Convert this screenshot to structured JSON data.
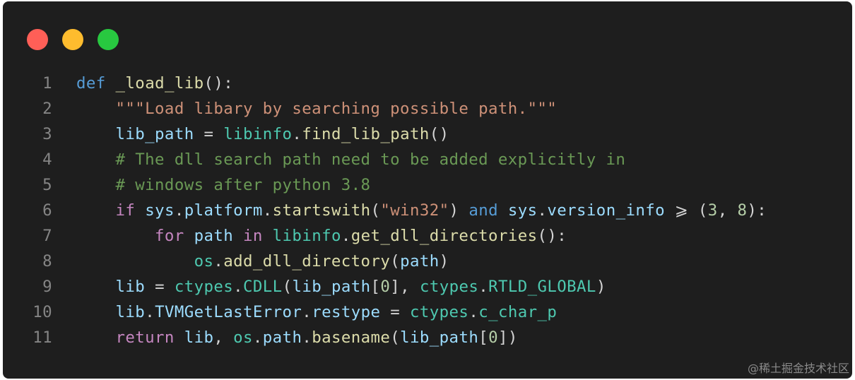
{
  "window": {
    "dots": [
      {
        "name": "close",
        "color": "#ff5f57"
      },
      {
        "name": "minimize",
        "color": "#febc2e"
      },
      {
        "name": "zoom",
        "color": "#28c840"
      }
    ]
  },
  "colors": {
    "keyword_def": "#569cd6",
    "keyword_flow": "#c586c0",
    "function": "#dcdcaa",
    "variable": "#9cdcfe",
    "module": "#4ec9b0",
    "string": "#ce9178",
    "comment": "#6a9955",
    "number": "#b5cea8",
    "plain": "#d4d4d4"
  },
  "code": {
    "lines": [
      {
        "n": "1",
        "tokens": [
          [
            "def",
            "keyword_def"
          ],
          [
            " ",
            "plain"
          ],
          [
            "_load_lib",
            "function"
          ],
          [
            "():",
            "plain"
          ]
        ]
      },
      {
        "n": "2",
        "tokens": [
          [
            "    ",
            "plain"
          ],
          [
            "\"\"\"Load libary by searching possible path.\"\"\"",
            "string"
          ]
        ]
      },
      {
        "n": "3",
        "tokens": [
          [
            "    ",
            "plain"
          ],
          [
            "lib_path",
            "variable"
          ],
          [
            " = ",
            "plain"
          ],
          [
            "libinfo",
            "module"
          ],
          [
            ".",
            "plain"
          ],
          [
            "find_lib_path",
            "function"
          ],
          [
            "()",
            "plain"
          ]
        ]
      },
      {
        "n": "4",
        "tokens": [
          [
            "    ",
            "plain"
          ],
          [
            "# The dll search path need to be added explicitly in",
            "comment"
          ]
        ]
      },
      {
        "n": "5",
        "tokens": [
          [
            "    ",
            "plain"
          ],
          [
            "# windows after python 3.8",
            "comment"
          ]
        ]
      },
      {
        "n": "6",
        "tokens": [
          [
            "    ",
            "plain"
          ],
          [
            "if",
            "keyword_flow"
          ],
          [
            " ",
            "plain"
          ],
          [
            "sys",
            "variable"
          ],
          [
            ".",
            "plain"
          ],
          [
            "platform",
            "variable"
          ],
          [
            ".",
            "plain"
          ],
          [
            "startswith",
            "function"
          ],
          [
            "(",
            "plain"
          ],
          [
            "\"win32\"",
            "string"
          ],
          [
            ") ",
            "plain"
          ],
          [
            "and",
            "keyword_def"
          ],
          [
            " ",
            "plain"
          ],
          [
            "sys",
            "variable"
          ],
          [
            ".",
            "plain"
          ],
          [
            "version_info",
            "variable"
          ],
          [
            " ⩾ (",
            "plain"
          ],
          [
            "3",
            "number"
          ],
          [
            ", ",
            "plain"
          ],
          [
            "8",
            "number"
          ],
          [
            "):",
            "plain"
          ]
        ]
      },
      {
        "n": "7",
        "tokens": [
          [
            "        ",
            "plain"
          ],
          [
            "for",
            "keyword_flow"
          ],
          [
            " ",
            "plain"
          ],
          [
            "path",
            "variable"
          ],
          [
            " ",
            "plain"
          ],
          [
            "in",
            "keyword_flow"
          ],
          [
            " ",
            "plain"
          ],
          [
            "libinfo",
            "module"
          ],
          [
            ".",
            "plain"
          ],
          [
            "get_dll_directories",
            "function"
          ],
          [
            "():",
            "plain"
          ]
        ]
      },
      {
        "n": "8",
        "tokens": [
          [
            "            ",
            "plain"
          ],
          [
            "os",
            "module"
          ],
          [
            ".",
            "plain"
          ],
          [
            "add_dll_directory",
            "function"
          ],
          [
            "(",
            "plain"
          ],
          [
            "path",
            "variable"
          ],
          [
            ")",
            "plain"
          ]
        ]
      },
      {
        "n": "9",
        "tokens": [
          [
            "    ",
            "plain"
          ],
          [
            "lib",
            "variable"
          ],
          [
            " = ",
            "plain"
          ],
          [
            "ctypes",
            "module"
          ],
          [
            ".",
            "plain"
          ],
          [
            "CDLL",
            "module"
          ],
          [
            "(",
            "plain"
          ],
          [
            "lib_path",
            "variable"
          ],
          [
            "[",
            "plain"
          ],
          [
            "0",
            "number"
          ],
          [
            "], ",
            "plain"
          ],
          [
            "ctypes",
            "module"
          ],
          [
            ".",
            "plain"
          ],
          [
            "RTLD_GLOBAL",
            "module"
          ],
          [
            ")",
            "plain"
          ]
        ]
      },
      {
        "n": "10",
        "tokens": [
          [
            "    ",
            "plain"
          ],
          [
            "lib",
            "variable"
          ],
          [
            ".",
            "plain"
          ],
          [
            "TVMGetLastError",
            "variable"
          ],
          [
            ".",
            "plain"
          ],
          [
            "restype",
            "variable"
          ],
          [
            " = ",
            "plain"
          ],
          [
            "ctypes",
            "module"
          ],
          [
            ".",
            "plain"
          ],
          [
            "c_char_p",
            "module"
          ]
        ]
      },
      {
        "n": "11",
        "tokens": [
          [
            "    ",
            "plain"
          ],
          [
            "return",
            "keyword_flow"
          ],
          [
            " ",
            "plain"
          ],
          [
            "lib",
            "variable"
          ],
          [
            ", ",
            "plain"
          ],
          [
            "os",
            "module"
          ],
          [
            ".",
            "plain"
          ],
          [
            "path",
            "variable"
          ],
          [
            ".",
            "plain"
          ],
          [
            "basename",
            "function"
          ],
          [
            "(",
            "plain"
          ],
          [
            "lib_path",
            "variable"
          ],
          [
            "[",
            "plain"
          ],
          [
            "0",
            "number"
          ],
          [
            "])",
            "plain"
          ]
        ]
      }
    ]
  },
  "watermark": "@稀土掘金技术社区"
}
